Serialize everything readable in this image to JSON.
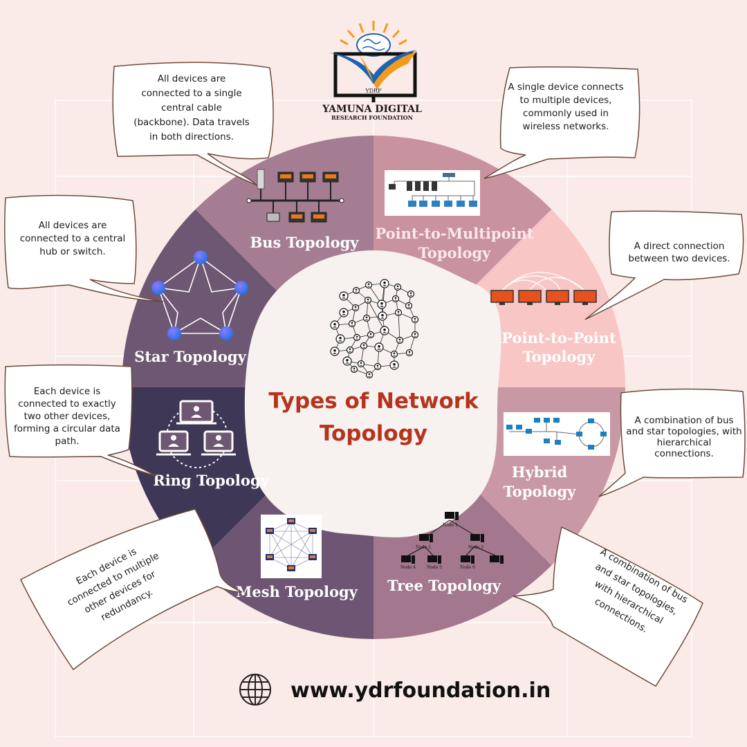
{
  "logo": {
    "acronym": "YDRF",
    "name_line1": "YAMUNA DIGITAL",
    "name_line2": "RESEARCH FOUNDATION"
  },
  "title": {
    "line1": "Types of Network",
    "line2": "Topology"
  },
  "colors": {
    "background": "#fbebe8",
    "title": "#b5341e",
    "center": "#f7f2ef"
  },
  "segments": [
    {
      "id": "bus",
      "label": [
        "Bus Topology"
      ],
      "color": "#c8929f",
      "icon": "bus-topology-image"
    },
    {
      "id": "ptmp",
      "label": [
        "Point-to-Multipoint",
        "Topology"
      ],
      "color": "#f8c6c5",
      "icon": "point-to-multipoint-image"
    },
    {
      "id": "ptp",
      "label": [
        "Point-to-Point",
        "Topology"
      ],
      "color": "#c998a6",
      "icon": "point-to-point-image"
    },
    {
      "id": "hybrid",
      "label": [
        "Hybrid",
        "Topology"
      ],
      "color": "#a3788e",
      "icon": "hybrid-topology-image"
    },
    {
      "id": "tree",
      "label": [
        "Tree Topology"
      ],
      "color": "#6f5574",
      "icon": "tree-topology-image"
    },
    {
      "id": "mesh",
      "label": [
        "Mesh Topology"
      ],
      "color": "#3e3756",
      "icon": "mesh-topology-image"
    },
    {
      "id": "ring",
      "label": [
        "Ring Topology"
      ],
      "color": "#6e5773",
      "icon": "ring-topology-icon"
    },
    {
      "id": "star",
      "label": [
        "Star Topology"
      ],
      "color": "#a57d92",
      "icon": "star-topology-icon"
    }
  ],
  "callouts": {
    "bus": [
      "All devices are",
      "connected to a single",
      "central cable",
      "(backbone). Data travels",
      "in both directions."
    ],
    "ptmp": [
      "A single device connects",
      "to multiple devices,",
      "commonly used in",
      "wireless networks."
    ],
    "ptp": [
      "A direct connection",
      "between two devices."
    ],
    "hybrid": [
      "A combination of bus",
      "and star topologies, with",
      "hierarchical",
      "connections."
    ],
    "tree": [
      "A combination of bus",
      "and star topologies,",
      "with hierarchical",
      "connections."
    ],
    "mesh": [
      "Each device is",
      "connected to multiple",
      "other devices for",
      "redundancy."
    ],
    "ring": [
      "Each device is",
      "connected to exactly",
      "two other devices,",
      "forming a circular data",
      "path."
    ],
    "star": [
      "All devices are",
      "connected to a central",
      "hub or switch."
    ]
  },
  "tree_nodes": [
    "Node 1",
    "Node 2",
    "Node 3",
    "Node 4",
    "Node 5",
    "Node 6"
  ],
  "website": {
    "url": "www.ydrfoundation.in",
    "icon": "globe-icon"
  }
}
